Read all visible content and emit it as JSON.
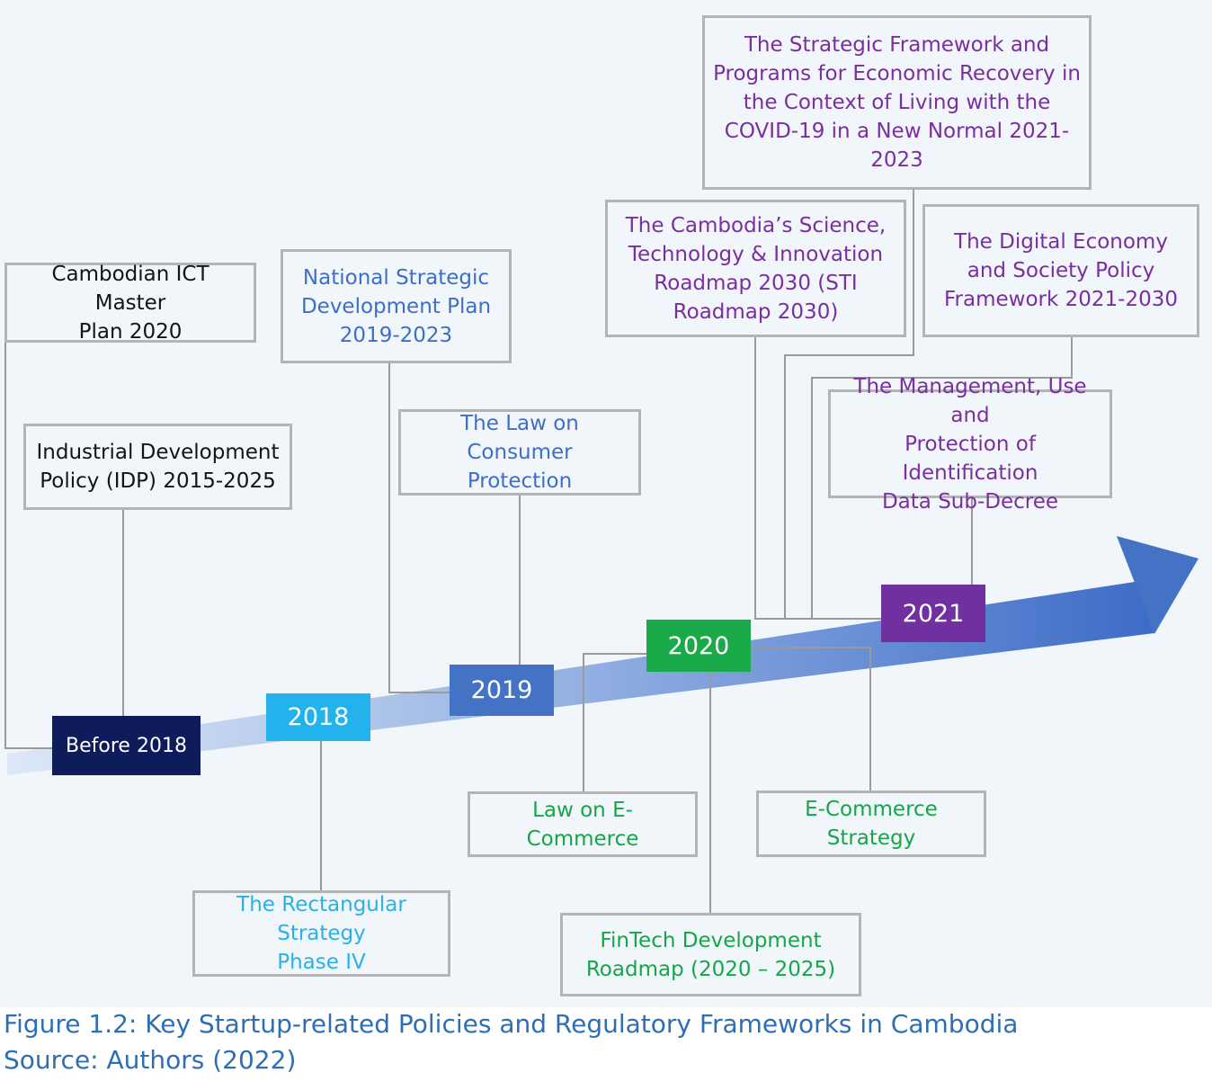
{
  "years": [
    {
      "id": "before-2018",
      "label": "Before 2018",
      "color": "#0f1c5c"
    },
    {
      "id": "2018",
      "label": "2018",
      "color": "#23b2ec"
    },
    {
      "id": "2019",
      "label": "2019",
      "color": "#4472c4"
    },
    {
      "id": "2020",
      "label": "2020",
      "color": "#1aaa4a"
    },
    {
      "id": "2021",
      "label": "2021",
      "color": "#7030a0"
    }
  ],
  "policies": {
    "ict_master_plan": "Cambodian ICT Master\nPlan 2020",
    "idp": "Industrial Development\nPolicy (IDP) 2015-2025",
    "nsdp": "National Strategic\nDevelopment Plan\n2019-2023",
    "rectangular": "The Rectangular Strategy\nPhase IV",
    "consumer_law": "The Law on Consumer\nProtection",
    "ecommerce_law": "Law on E-Commerce",
    "fintech": "FinTech Development\nRoadmap (2020 – 2025)",
    "ecommerce_strategy": "E-Commerce Strategy",
    "sti_roadmap": "The Cambodia’s Science,\nTechnology & Innovation\nRoadmap 2030 (STI\nRoadmap 2030)",
    "covid_framework": "The Strategic Framework and\nPrograms for Economic Recovery in\nthe Context of Living with the\nCOVID-19 in a New Normal 2021-\n2023",
    "digital_economy": "The Digital Economy\nand Society Policy\nFramework 2021-2030",
    "identification": "The Management, Use and\nProtection of Identification\nData Sub-Decree"
  },
  "caption": {
    "figure": "Figure 1.2: Key Startup-related Policies and Regulatory Frameworks in Cambodia",
    "source": "Source: Authors (2022)"
  }
}
